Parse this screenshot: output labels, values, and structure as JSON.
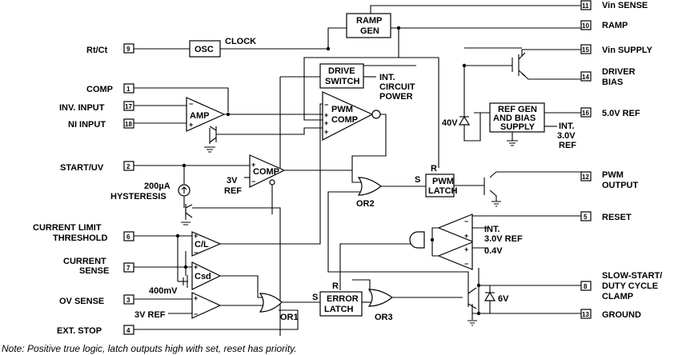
{
  "pins_left": [
    {
      "num": "9",
      "label": "Rt/Ct"
    },
    {
      "num": "1",
      "label": "COMP"
    },
    {
      "num": "17",
      "label": "INV. INPUT"
    },
    {
      "num": "18",
      "label": "NI INPUT"
    },
    {
      "num": "2",
      "label": "START/UV"
    },
    {
      "num": "6",
      "label": "CURRENT LIMIT"
    },
    {
      "num": "6",
      "label": "THRESHOLD"
    },
    {
      "num": "7",
      "label": "CURRENT"
    },
    {
      "num": "7",
      "label": "SENSE"
    },
    {
      "num": "3",
      "label": "OV SENSE"
    },
    {
      "num": "4",
      "label": "EXT. STOP"
    }
  ],
  "pins_right": [
    {
      "num": "11",
      "label": "Vin SENSE"
    },
    {
      "num": "10",
      "label": "RAMP"
    },
    {
      "num": "15",
      "label": "Vin SUPPLY"
    },
    {
      "num": "14",
      "label": "DRIVER"
    },
    {
      "num": "14",
      "label": "BIAS"
    },
    {
      "num": "16",
      "label": "5.0V REF"
    },
    {
      "num": "12",
      "label": "PWM"
    },
    {
      "num": "12",
      "label": "OUTPUT"
    },
    {
      "num": "5",
      "label": "RESET"
    },
    {
      "num": "8",
      "label": "SLOW-START/"
    },
    {
      "num": "8",
      "label": "DUTY CYCLE"
    },
    {
      "num": "8",
      "label": "CLAMP"
    },
    {
      "num": "13",
      "label": "GROUND"
    }
  ],
  "blocks": {
    "ramp_gen": [
      "RAMP",
      "GEN"
    ],
    "osc": "OSC",
    "drive_switch": [
      "DRIVE",
      "SWITCH"
    ],
    "pwm_comp": [
      "PWM",
      "COMP"
    ],
    "amp": "AMP",
    "comp": "COMP",
    "pwm_latch": [
      "PWM",
      "LATCH"
    ],
    "ref_gen": [
      "REF GEN",
      "AND BIAS",
      "SUPPLY"
    ],
    "cl": "C/L",
    "csd": "Csd",
    "error_latch": [
      "ERROR",
      "LATCH"
    ]
  },
  "labels": {
    "clock": "CLOCK",
    "int_power": [
      "INT.",
      "CIRCUIT",
      "POWER"
    ],
    "int_3v_ref": [
      "INT.",
      "3.0V",
      "REF"
    ],
    "zener_40v": "40V",
    "hyst": [
      "200µA",
      "HYSTERESIS"
    ],
    "comp_ref": [
      "3V",
      "REF"
    ],
    "or2": "OR2",
    "or1": "OR1",
    "or3": "OR3",
    "int_3v_ref_reset": [
      "INT.",
      "3.0V REF"
    ],
    "v04": "0.4V",
    "v400m": "400mV",
    "v3ref": "3V REF",
    "zener_6v": "6V",
    "S": "S",
    "R": "R",
    "plus": "+",
    "minus": "−"
  },
  "note": "Note: Positive true logic, latch outputs high with set, reset has priority."
}
